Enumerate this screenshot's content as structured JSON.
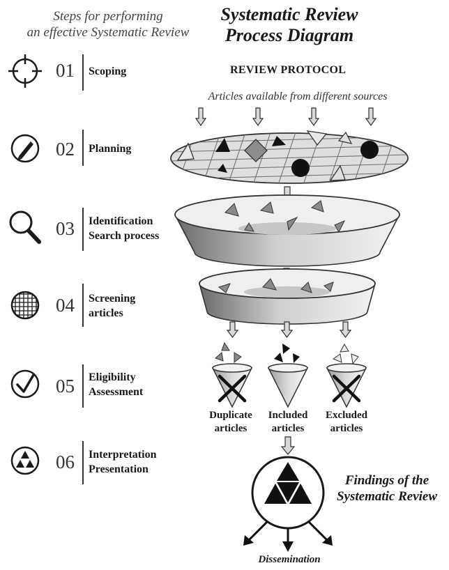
{
  "left_title": [
    "Steps for performing",
    "an effective Systematic Review"
  ],
  "main_title": [
    "Systematic Review",
    "Process Diagram"
  ],
  "steps": [
    {
      "number": "01",
      "label": [
        "Scoping"
      ],
      "icon": "crosshair-icon"
    },
    {
      "number": "02",
      "label": [
        "Planning"
      ],
      "icon": "pencil-icon"
    },
    {
      "number": "03",
      "label": [
        "Identification",
        "Search process"
      ],
      "icon": "magnifier-icon"
    },
    {
      "number": "04",
      "label": [
        "Screening",
        "articles"
      ],
      "icon": "grid-icon"
    },
    {
      "number": "05",
      "label": [
        "Eligibility",
        "Assessment"
      ],
      "icon": "checkmark-icon"
    },
    {
      "number": "06",
      "label": [
        "Interpretation",
        "Presentation"
      ],
      "icon": "triforce-icon"
    }
  ],
  "diagram": {
    "protocol": "REVIEW PROTOCOL",
    "sources": "Articles available from different sources",
    "cones": [
      {
        "label": [
          "Duplicate",
          "articles"
        ],
        "crossed": true
      },
      {
        "label": [
          "Included",
          "articles"
        ],
        "crossed": false
      },
      {
        "label": [
          "Excluded",
          "articles"
        ],
        "crossed": true
      }
    ],
    "findings": [
      "Findings of the",
      "Systematic Review"
    ],
    "dissemination": "Dissemination"
  },
  "colors": {
    "ink": "#1a1a1a",
    "mid_gray": "#8a8a8a",
    "light_gray": "#d4d4d4",
    "dark_gray": "#555555"
  }
}
